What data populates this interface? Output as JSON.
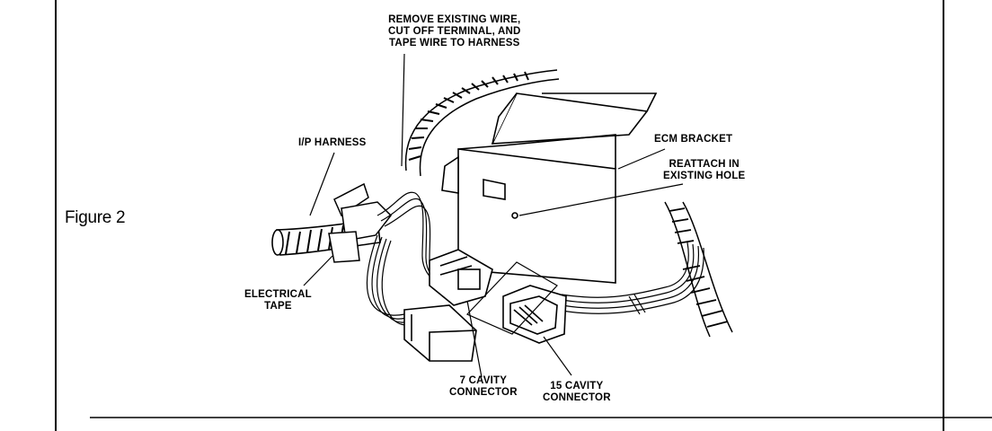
{
  "figure_label": "Figure 2",
  "callouts": {
    "remove_wire": [
      "REMOVE EXISTING WIRE,",
      "CUT OFF TERMINAL, AND",
      "TAPE WIRE TO HARNESS"
    ],
    "ip_harness": [
      "I/P HARNESS"
    ],
    "ecm_bracket": [
      "ECM BRACKET"
    ],
    "reattach": [
      "REATTACH IN",
      "EXISTING HOLE"
    ],
    "electrical_tape": [
      "ELECTRICAL",
      "TAPE"
    ],
    "seven_cavity": [
      "7 CAVITY",
      "CONNECTOR"
    ],
    "fifteen_cavity": [
      "15 CAVITY",
      "CONNECTOR"
    ]
  }
}
